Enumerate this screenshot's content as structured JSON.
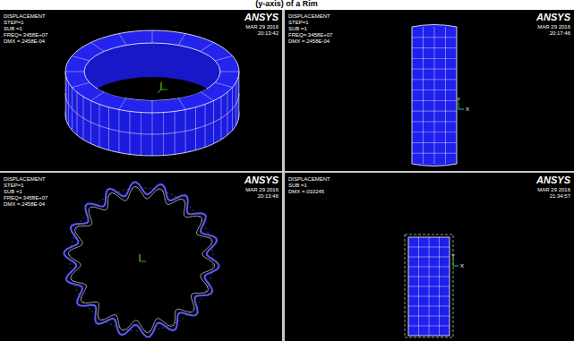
{
  "diagram": {
    "labels": [
      "(y-axis) of a Rim",
      "DISPLACEMENT",
      "STEP=1",
      "SUB =1",
      "FREQ=.3458E+07",
      "DMX =.2458E-04",
      "ANSYS",
      "MAR 29 2016",
      "20:13:42",
      "DISPLACEMENT",
      "STEP=1",
      "SUB =1",
      "FREQ=.3458E+07",
      "DMX =.2458E-04",
      "ANSYS",
      "MAR 29 2016",
      "20:17:46",
      "DISPLACEMENT",
      "STEP=1",
      "SUB =1",
      "FREQ=.3458E+07",
      "DMX =.2458E-04",
      "ANSYS",
      "MAR 29 2016",
      "20:13:46",
      "DISPLACEMENT",
      "SUB =1",
      "DMX =.010245",
      "ANSYS",
      "MAR 29 2016",
      "21:34:57",
      "Y",
      "X",
      "Y",
      "X"
    ]
  }
}
